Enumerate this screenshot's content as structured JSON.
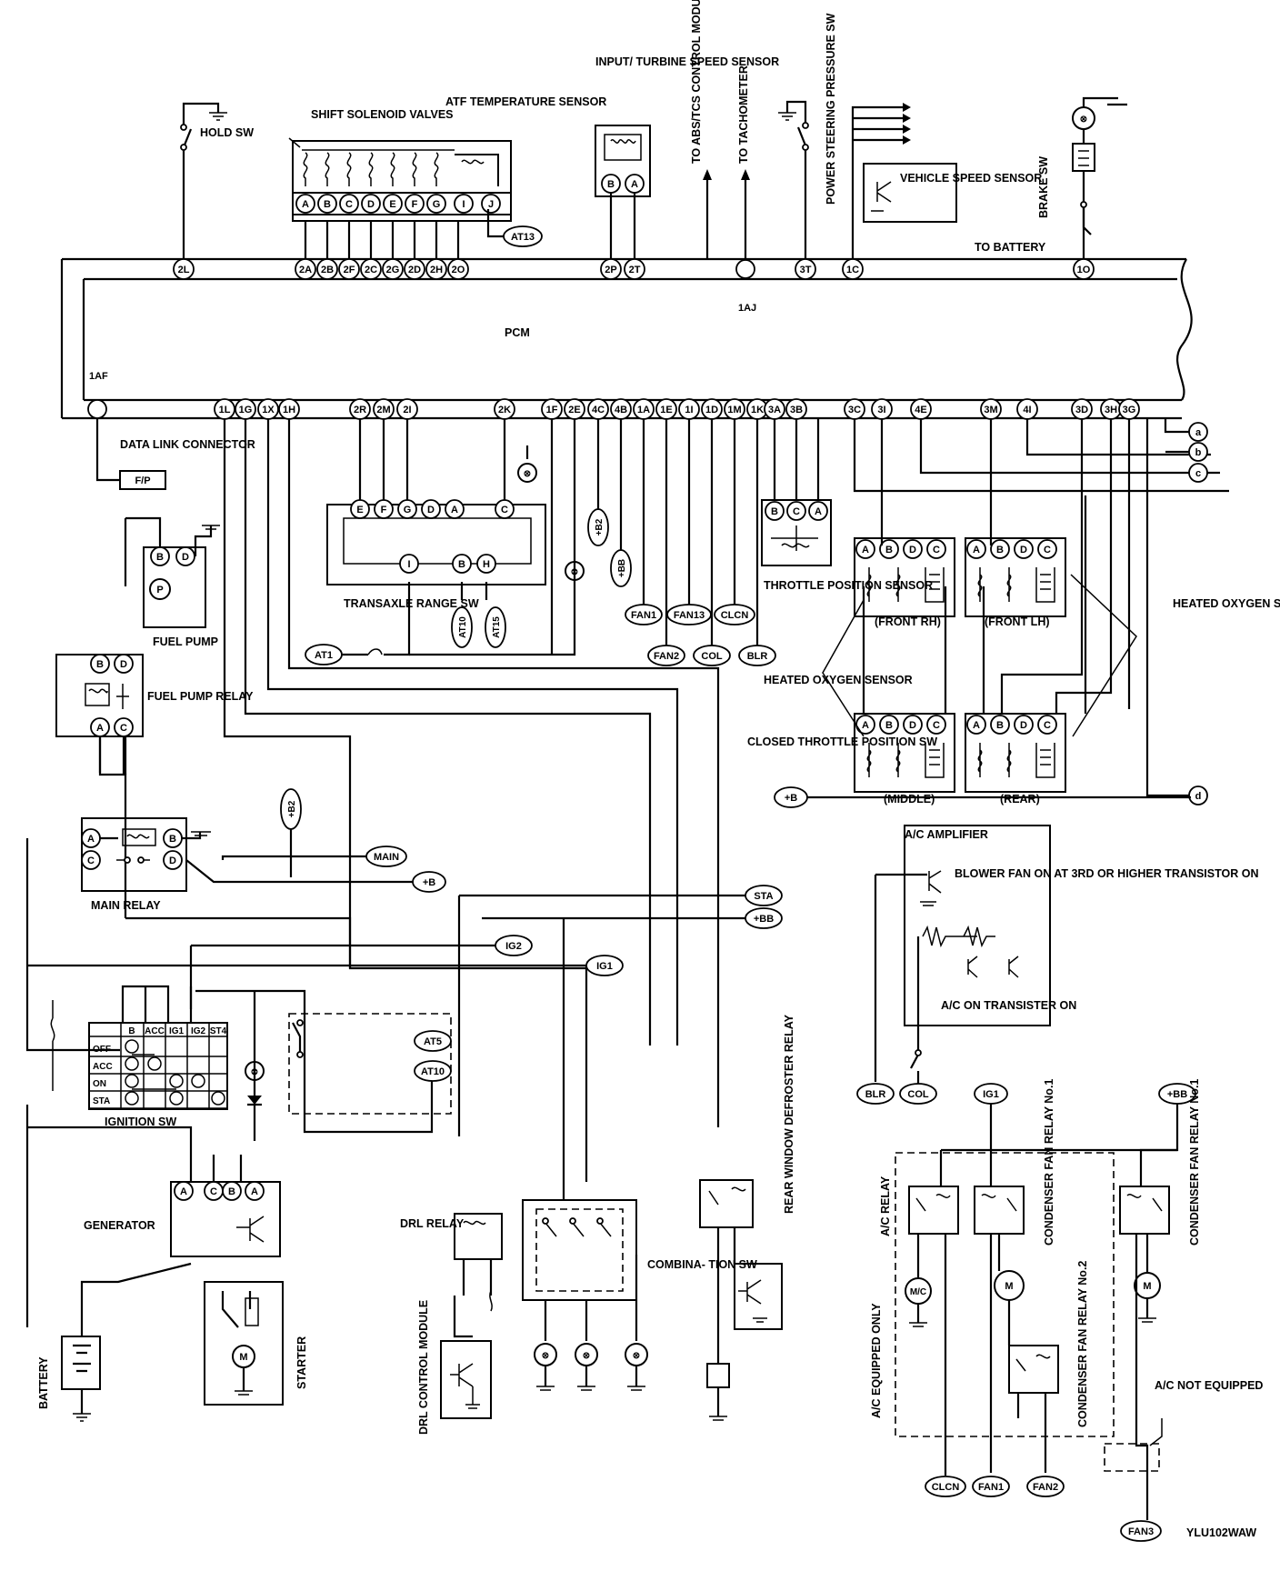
{
  "diagram": {
    "pcm_label": "PCM",
    "figure_id": "YLU102WAW",
    "top_pins": [
      "2L",
      "2A",
      "2B",
      "2F",
      "2C",
      "2G",
      "2D",
      "2H",
      "2O",
      "2P",
      "2T",
      "1AJ",
      "3T",
      "1C",
      "1O"
    ],
    "bottom_pins": [
      "1AF",
      "1L",
      "1G",
      "1X",
      "1H",
      "2R",
      "2M",
      "2I",
      "2K",
      "1F",
      "2E",
      "4C",
      "4B",
      "1A",
      "1E",
      "1I",
      "1D",
      "1M",
      "1K",
      "3A",
      "3B",
      "3C",
      "3I",
      "4E",
      "3M",
      "4I",
      "3D",
      "3H",
      "3G"
    ],
    "solenoid_pins": [
      "A",
      "B",
      "C",
      "D",
      "E",
      "F",
      "G",
      "I",
      "J"
    ],
    "range_sw_top_pins": [
      "E",
      "F",
      "G",
      "D",
      "A",
      "C"
    ],
    "range_sw_bottom_pins": [
      "I",
      "B",
      "H"
    ],
    "o2_pins": [
      "A",
      "B",
      "D",
      "C"
    ],
    "tps_pins": [
      "B",
      "C",
      "A"
    ],
    "ignition_cols": [
      "B",
      "ACC",
      "IG1",
      "IG2",
      "ST4"
    ],
    "ignition_rows": [
      "OFF",
      "ACC",
      "ON",
      "STA"
    ],
    "generator_pins": [
      "A",
      "C",
      "B",
      "A"
    ],
    "relay_pins": [
      "A",
      "B",
      "C",
      "D"
    ],
    "sensor_pins": [
      "B",
      "A"
    ],
    "edge_refs": [
      "a",
      "b",
      "c",
      "d"
    ],
    "labels": {
      "hold_sw": "HOLD SW",
      "shift_solenoid": "SHIFT SOLENOID VALVES",
      "atf_temp": "ATF TEMPERATURE SENSOR",
      "input_turbine": "INPUT/ TURBINE SPEED SENSOR",
      "to_abs": "TO ABS/TCS CONTROL MODULE",
      "to_tach": "TO TACHOMETER",
      "ps_pressure": "POWER STEERING PRESSURE SW",
      "vss": "VEHICLE SPEED SENSOR",
      "brake_sw": "BRAKE SW",
      "to_battery": "TO BATTERY",
      "data_link": "DATA LINK CONNECTOR",
      "fp": "F/P",
      "fuel_pump": "FUEL PUMP",
      "fuel_pump_relay": "FUEL PUMP RELAY",
      "transaxle_range": "TRANSAXLE RANGE SW",
      "throttle_pos": "THROTTLE POSITION SENSOR",
      "heated_o2_right": "HEATED OXYGEN SENSOR",
      "heated_o2_left": "HEATED OXYGEN SENSOR",
      "front_rh": "(FRONT RH)",
      "front_lh": "(FRONT LH)",
      "middle": "(MIDDLE)",
      "rear": "(REAR)",
      "closed_tps": "CLOSED THROTTLE POSITION SW",
      "main_relay": "MAIN RELAY",
      "ac_amplifier": "A/C AMPLIFIER",
      "blower_fan": "BLOWER FAN ON AT 3RD OR HIGHER TRANSISTOR ON",
      "ac_on": "A/C ON TRANSISTER ON",
      "ignition_sw": "IGNITION SW",
      "generator": "GENERATOR",
      "battery": "BATTERY",
      "starter": "STARTER",
      "drl_relay": "DRL RELAY",
      "drl_module": "DRL CONTROL MODULE",
      "combination_sw": "COMBINA- TION SW",
      "rear_defroster": "REAR WINDOW DEFROSTER RELAY",
      "ac_relay": "A/C RELAY",
      "cond_fan_relay1a": "CONDENSER FAN RELAY No.1",
      "cond_fan_relay1b": "CONDENSER FAN RELAY No.1",
      "cond_fan_relay2": "CONDENSER FAN RELAY No.2",
      "ac_equipped": "A/C EQUIPPED ONLY",
      "ac_not_equipped": "A/C NOT EQUIPPED",
      "mc": "M/C",
      "motor": "M"
    },
    "pills": {
      "at13": "AT13",
      "at1": "AT1",
      "at10": "AT10",
      "at15": "AT15",
      "at5": "AT5",
      "at10b": "AT10",
      "b2a": "+B2",
      "b2b": "+B2",
      "bb_vert": "+BB",
      "fan1": "FAN1",
      "fan13": "FAN13",
      "clcn": "CLCN",
      "fan2": "FAN2",
      "col": "COL",
      "blr": "BLR",
      "plus_b": "+B",
      "main": "MAIN",
      "plus_b_main": "+B",
      "sta": "STA",
      "plus_bb": "+BB",
      "ig2": "IG2",
      "ig1": "IG1",
      "blr2": "BLR",
      "col2": "COL",
      "ig1b": "IG1",
      "plus_bb2": "+BB",
      "clcn2": "CLCN",
      "fan1b": "FAN1",
      "fan2b": "FAN2",
      "fan3": "FAN3"
    }
  }
}
